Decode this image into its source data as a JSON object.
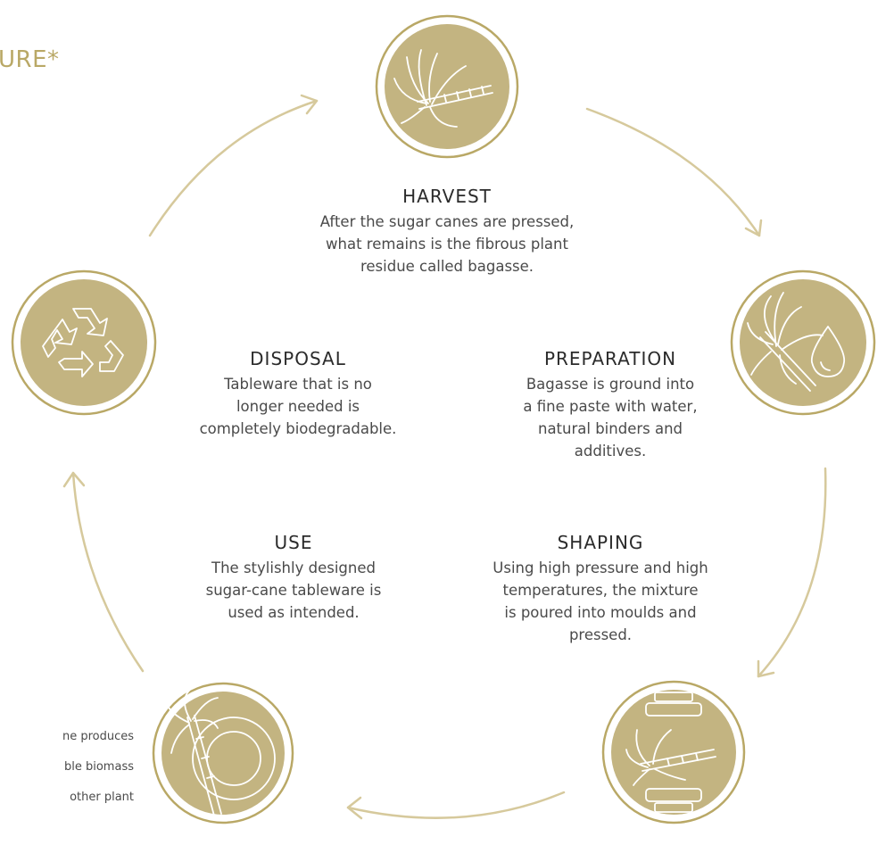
{
  "heading": "URE*",
  "side_note": [
    "ne produces",
    "ble biomass",
    "other plant"
  ],
  "colors": {
    "gold": "#c3b481",
    "ring": "#b9a866",
    "arrow": "#d6c99c",
    "text": "#4a4a4a",
    "title": "#2b2b2b"
  },
  "steps": [
    {
      "id": "harvest",
      "title": "HARVEST",
      "description": "After the sugar canes are pressed,\nwhat remains is the fibrous plant\nresidue called bagasse.",
      "icon": "sugar-cane-icon"
    },
    {
      "id": "preparation",
      "title": "PREPARATION",
      "description": "Bagasse is ground into\na fine paste with water,\nnatural binders and\nadditives.",
      "icon": "cane-water-drop-icon"
    },
    {
      "id": "shaping",
      "title": "SHAPING",
      "description": "Using high pressure and high\ntemperatures, the mixture\nis poured into moulds and\npressed.",
      "icon": "press-mould-icon"
    },
    {
      "id": "use",
      "title": "USE",
      "description": "The stylishly designed\nsugar-cane tableware is\nused as intended.",
      "icon": "cane-plate-icon"
    },
    {
      "id": "disposal",
      "title": "DISPOSAL",
      "description": "Tableware that is no\nlonger needed is\ncompletely biodegradable.",
      "icon": "recycle-icon"
    }
  ]
}
